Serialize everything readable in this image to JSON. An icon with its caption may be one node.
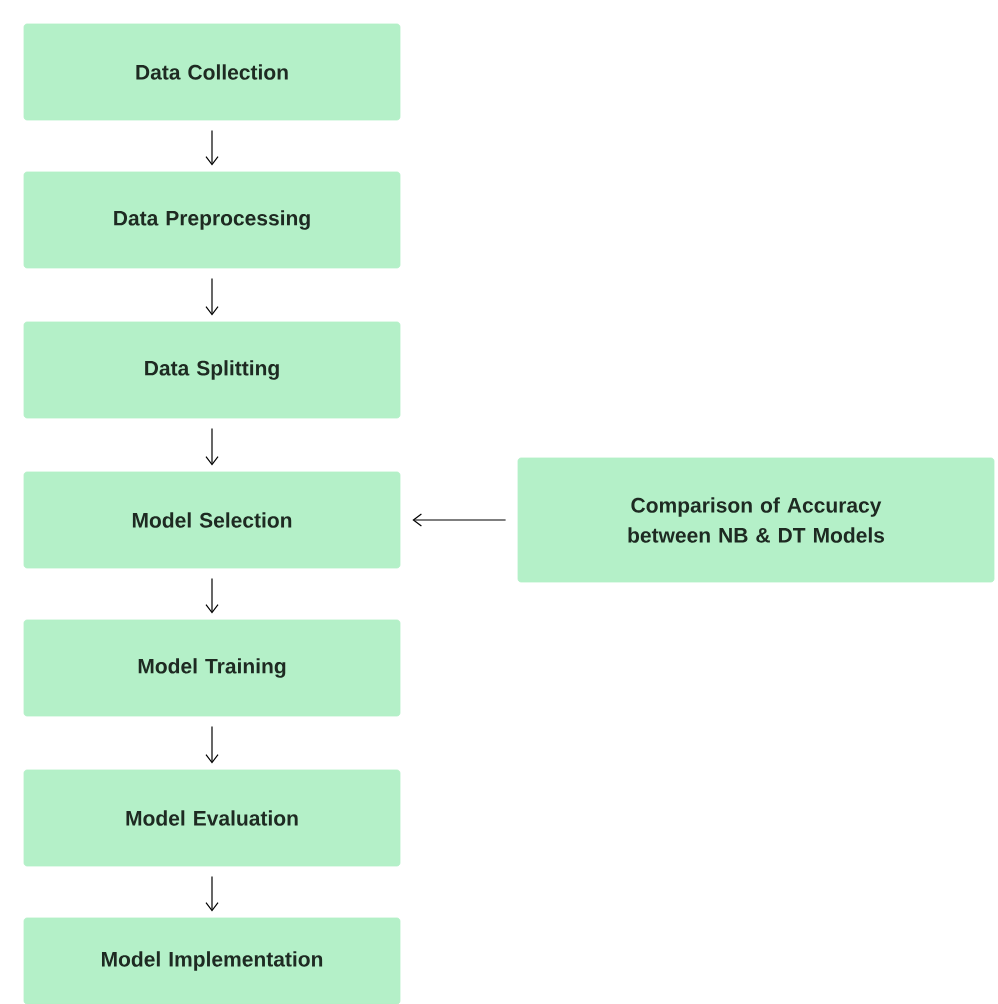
{
  "diagram": {
    "nodes": [
      {
        "text": [
          "Data Collection"
        ]
      },
      {
        "text": [
          "Data Preprocessing"
        ]
      },
      {
        "text": [
          "Data Splitting"
        ]
      },
      {
        "text": [
          "Model Selection"
        ]
      },
      {
        "text": [
          "Comparison of Accuracy between NB & DT Models"
        ]
      },
      {
        "text": [
          "Model Training"
        ]
      },
      {
        "text": [
          "Model Evaluation"
        ]
      },
      {
        "text": [
          "Model Implementation"
        ]
      }
    ],
    "edges": [
      {
        "from": 0,
        "to": 1,
        "arrow": "to"
      },
      {
        "from": 1,
        "to": 2,
        "arrow": "to"
      },
      {
        "from": 2,
        "to": 3,
        "arrow": "to"
      },
      {
        "from": 4,
        "to": 3,
        "arrow": "to"
      },
      {
        "from": 3,
        "to": 5,
        "arrow": "to"
      },
      {
        "from": 5,
        "to": 6,
        "arrow": "to"
      },
      {
        "from": 6,
        "to": 7,
        "arrow": "to"
      }
    ]
  }
}
